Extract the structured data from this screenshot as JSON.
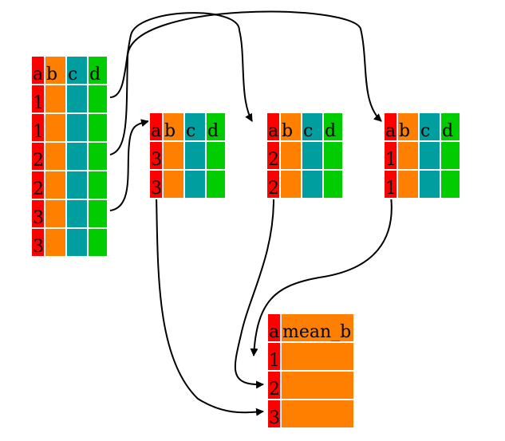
{
  "colors": {
    "a": "#ff0000",
    "b": "#ff7f00",
    "c": "#009e9e",
    "d": "#00cc00",
    "mean_b": "#ff7f00",
    "grid": "#ffffff",
    "text": "#000000",
    "arrow": "#000000"
  },
  "source_table": {
    "headers": [
      "a",
      "b",
      "c",
      "d"
    ],
    "a_values": [
      "1",
      "1",
      "2",
      "2",
      "3",
      "3"
    ]
  },
  "groups": [
    {
      "headers": [
        "a",
        "b",
        "c",
        "d"
      ],
      "a_values": [
        "3",
        "3"
      ]
    },
    {
      "headers": [
        "a",
        "b",
        "c",
        "d"
      ],
      "a_values": [
        "2",
        "2"
      ]
    },
    {
      "headers": [
        "a",
        "b",
        "c",
        "d"
      ],
      "a_values": [
        "1",
        "1"
      ]
    }
  ],
  "result_table": {
    "headers": [
      "a",
      "mean_b"
    ],
    "a_values": [
      "1",
      "2",
      "3"
    ]
  }
}
